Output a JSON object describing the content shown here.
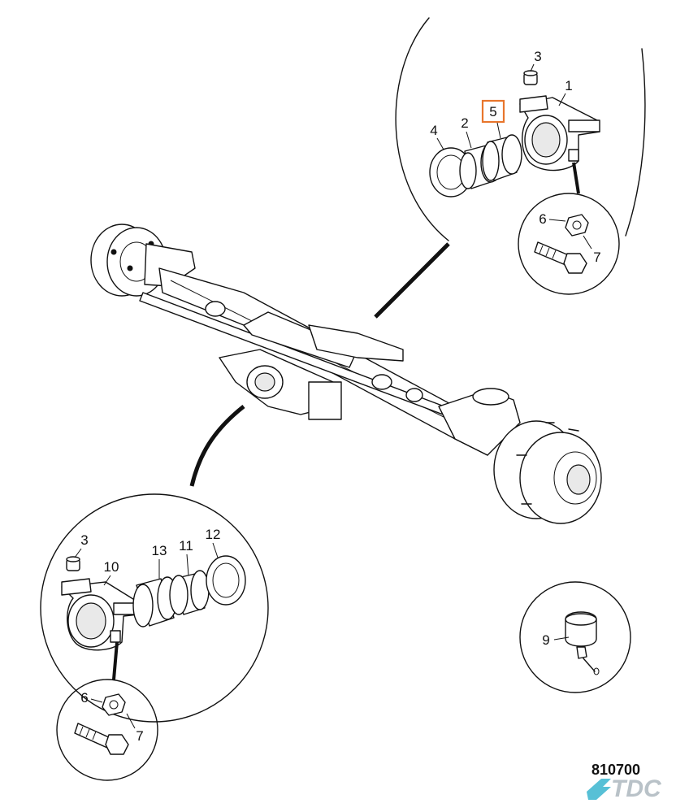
{
  "diagram": {
    "drawing_number": "810700",
    "logo_text": "TDC",
    "highlighted_callout": "5",
    "callouts": {
      "top_1": "1",
      "top_2": "2",
      "top_3": "3",
      "top_4": "4",
      "top_5": "5",
      "top_6": "6",
      "top_7": "7",
      "bot_3": "3",
      "bot_6": "6",
      "bot_7": "7",
      "bot_9": "9",
      "bot_10": "10",
      "bot_11": "11",
      "bot_12": "12",
      "bot_13": "13"
    },
    "colors": {
      "highlight": "#e8762c",
      "logo": "#b9c2c8",
      "logo_accent": "#57c0d6"
    }
  }
}
